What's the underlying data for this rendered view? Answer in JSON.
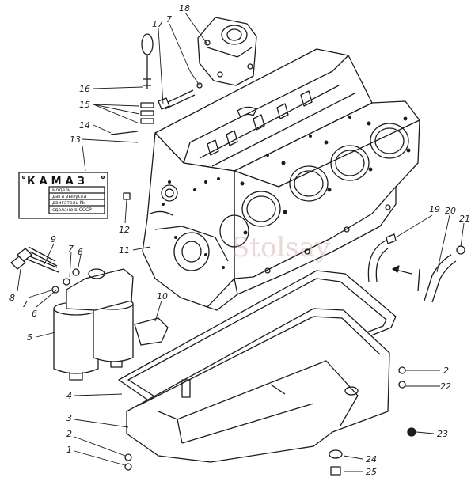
{
  "plate": {
    "title": "КАМАЗ",
    "lines": [
      "модель",
      "дата выпуска",
      "двигатель №",
      "сделано в СССР"
    ]
  },
  "watermark": "Stolsay",
  "callouts": [
    "18",
    "7",
    "17",
    "16",
    "15",
    "14",
    "13",
    "12",
    "11",
    "9",
    "7",
    "6",
    "8",
    "7",
    "6",
    "5",
    "10",
    "19",
    "20",
    "21",
    "2",
    "22",
    "4",
    "3",
    "2",
    "1",
    "23",
    "24",
    "25"
  ],
  "colors": {
    "ink": "#1c1c1c",
    "watermark": "#c98e8e"
  }
}
